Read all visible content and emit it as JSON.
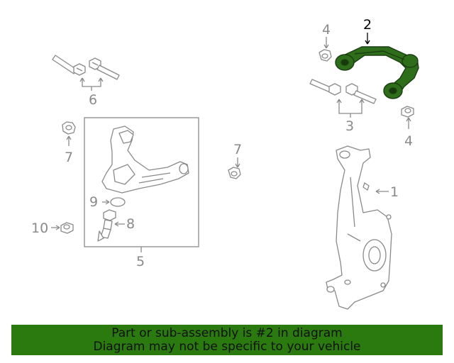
{
  "diagram": {
    "callouts": {
      "c1": "1",
      "c2": "2",
      "c3": "3",
      "c4a": "4",
      "c4b": "4",
      "c5": "5",
      "c6": "6",
      "c7a": "7",
      "c7b": "7",
      "c8": "8",
      "c9": "9",
      "c10": "10"
    },
    "highlight_part": "2"
  },
  "banner": {
    "line1": "Part or sub-assembly is #2 in diagram",
    "line2": "Diagram may not be specific to your vehicle"
  },
  "colors": {
    "highlight_fill": "#2e6e1a",
    "banner_background": "#2a7a10",
    "line_gray": "#8a8a8a"
  }
}
